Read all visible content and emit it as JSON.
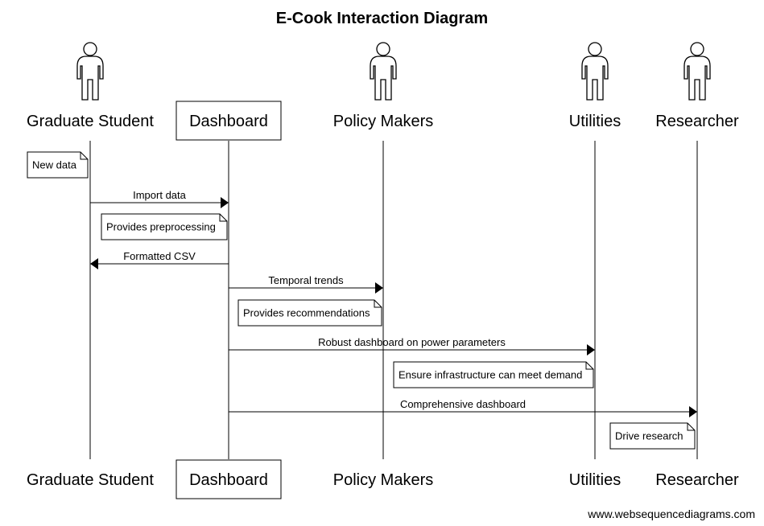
{
  "title": "E-Cook Interaction Diagram",
  "participants": [
    {
      "id": "grad",
      "label": "Graduate Student",
      "kind": "actor"
    },
    {
      "id": "dash",
      "label": "Dashboard",
      "kind": "box"
    },
    {
      "id": "policy",
      "label": "Policy Makers",
      "kind": "actor"
    },
    {
      "id": "util",
      "label": "Utilities",
      "kind": "actor"
    },
    {
      "id": "res",
      "label": "Researcher",
      "kind": "actor"
    }
  ],
  "steps": [
    {
      "type": "note",
      "over": "grad",
      "text": "New data"
    },
    {
      "type": "message",
      "from": "grad",
      "to": "dash",
      "label": "Import data"
    },
    {
      "type": "note",
      "over": "dash",
      "text": "Provides preprocessing"
    },
    {
      "type": "message",
      "from": "dash",
      "to": "grad",
      "label": "Formatted CSV"
    },
    {
      "type": "message",
      "from": "dash",
      "to": "policy",
      "label": "Temporal trends"
    },
    {
      "type": "note",
      "over": "policy",
      "text": "Provides recommendations"
    },
    {
      "type": "message",
      "from": "dash",
      "to": "util",
      "label": "Robust dashboard on power parameters"
    },
    {
      "type": "note",
      "over": "util",
      "text": "Ensure infrastructure can meet demand"
    },
    {
      "type": "message",
      "from": "dash",
      "to": "res",
      "label": "Comprehensive dashboard"
    },
    {
      "type": "note",
      "over": "res",
      "text": "Drive research"
    }
  ],
  "footer": "www.websequencediagrams.com"
}
